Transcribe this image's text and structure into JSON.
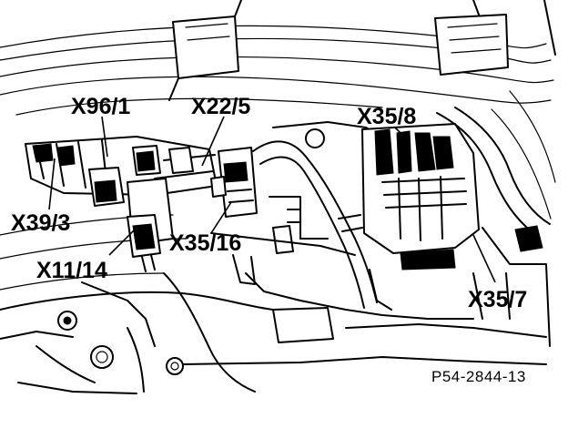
{
  "callouts": {
    "x96_1": "X96/1",
    "x22_5": "X22/5",
    "x35_8": "X35/8",
    "x39_3": "X39/3",
    "x11_14": "X11/14",
    "x35_16": "X35/16",
    "x35_7": "X35/7"
  },
  "figure_ref": "P54-2844-13",
  "colors": {
    "ink": "#000000",
    "paper": "#ffffff"
  }
}
